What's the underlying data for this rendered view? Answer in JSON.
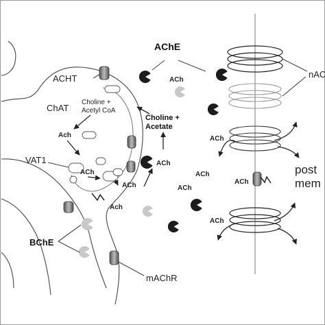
{
  "labels": {
    "ache": "AChE",
    "acht": "ACHT",
    "chat": "ChAT",
    "choline_acetylcoa_1": "Choline +",
    "choline_acetylcoa_2": "Acetyl CoA",
    "choline_acetate_1": "Choline +",
    "choline_acetate_2": "Acetate",
    "ach_lower": "Ach",
    "ach": "ACh",
    "vat1": "VAT1",
    "bche": "BChE",
    "machr": "mAChR",
    "nac_partial": "nAC",
    "post_partial_1": "post",
    "post_partial_2": "mem"
  },
  "colors": {
    "enzyme_dark": "#1c1c1c",
    "enzyme_light": "#c8c8c8",
    "membrane": "#444444",
    "frame": "#999999"
  }
}
